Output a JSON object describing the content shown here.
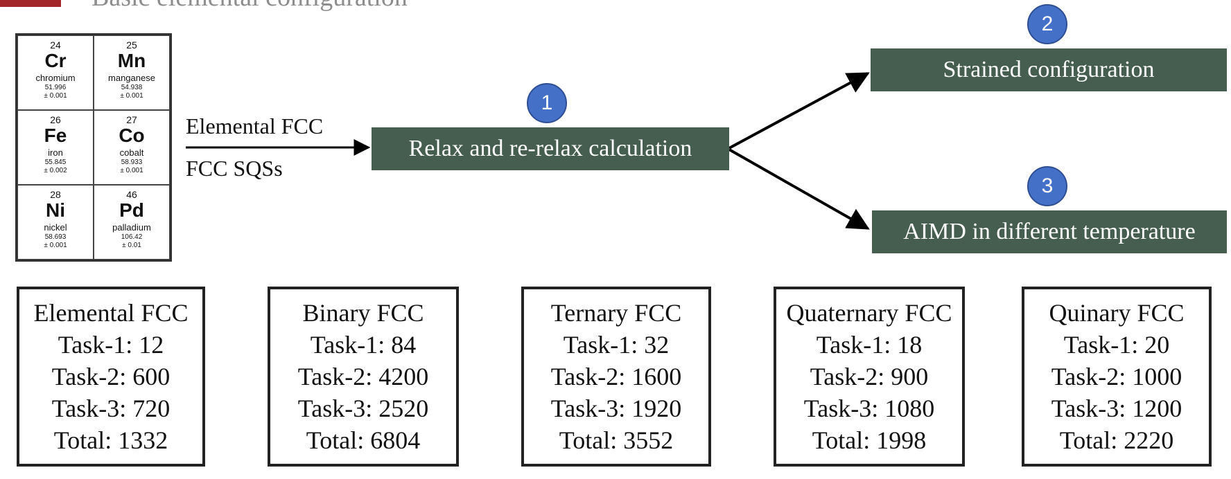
{
  "header": {
    "title": "Basic elemental configuration",
    "accent_color": "#a3262a"
  },
  "periodic_table": [
    {
      "number": "24",
      "symbol": "Cr",
      "name": "chromium",
      "mass": "51.996",
      "uncertainty": "± 0.001"
    },
    {
      "number": "25",
      "symbol": "Mn",
      "name": "manganese",
      "mass": "54.938",
      "uncertainty": "± 0.001"
    },
    {
      "number": "26",
      "symbol": "Fe",
      "name": "iron",
      "mass": "55.845",
      "uncertainty": "± 0.002"
    },
    {
      "number": "27",
      "symbol": "Co",
      "name": "cobalt",
      "mass": "58.933",
      "uncertainty": "± 0.001"
    },
    {
      "number": "28",
      "symbol": "Ni",
      "name": "nickel",
      "mass": "58.693",
      "uncertainty": "± 0.001"
    },
    {
      "number": "46",
      "symbol": "Pd",
      "name": "palladium",
      "mass": "106.42",
      "uncertainty": "± 0.01"
    }
  ],
  "inputs": {
    "elemental": "Elemental FCC",
    "sqs": "FCC SQSs"
  },
  "steps": {
    "relax": {
      "number": "1",
      "label": "Relax and re-relax calculation"
    },
    "strained": {
      "number": "2",
      "label": "Strained configuration"
    },
    "aimd": {
      "number": "3",
      "label": "AIMD in different temperature"
    }
  },
  "colors": {
    "step_box": "#465e4f",
    "badge": "#4470c8"
  },
  "counts": [
    {
      "title": "Elemental FCC",
      "task1": "Task-1: 12",
      "task2": "Task-2: 600",
      "task3": "Task-3: 720",
      "total": "Total: 1332"
    },
    {
      "title": "Binary FCC",
      "task1": "Task-1: 84",
      "task2": "Task-2: 4200",
      "task3": "Task-3: 2520",
      "total": "Total: 6804"
    },
    {
      "title": "Ternary FCC",
      "task1": "Task-1: 32",
      "task2": "Task-2: 1600",
      "task3": "Task-3: 1920",
      "total": "Total: 3552"
    },
    {
      "title": "Quaternary FCC",
      "task1": "Task-1: 18",
      "task2": "Task-2: 900",
      "task3": "Task-3: 1080",
      "total": "Total: 1998"
    },
    {
      "title": "Quinary FCC",
      "task1": "Task-1: 20",
      "task2": "Task-2: 1000",
      "task3": "Task-3: 1200",
      "total": "Total: 2220"
    }
  ]
}
